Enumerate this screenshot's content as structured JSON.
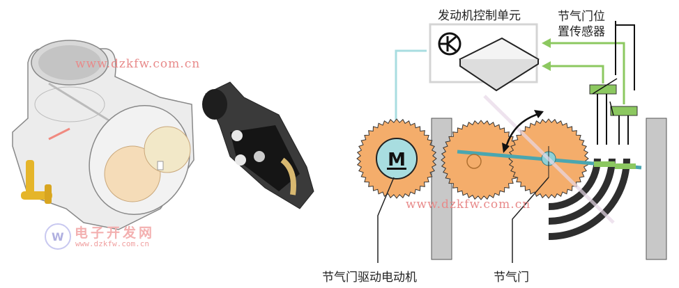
{
  "diagram": {
    "ecu_label": "发动机控制单元",
    "sensor_label_line1": "节气门位",
    "sensor_label_line2": "置传感器",
    "motor_label": "节气门驱动电动机",
    "throttle_label": "节气门",
    "motor_symbol": "M",
    "colors": {
      "gear": "#f4ad6b",
      "motor": "#a8dde0",
      "signal": "#8cc860",
      "shaft": "#4aa6b0",
      "wall": "#c8c8c8",
      "track": "#2e2e2e"
    }
  },
  "watermarks": {
    "url": "www.dzkfw.com.cn",
    "brand_cn": "电子开发网",
    "brand_url": "www.dzkfw.com.cn"
  }
}
